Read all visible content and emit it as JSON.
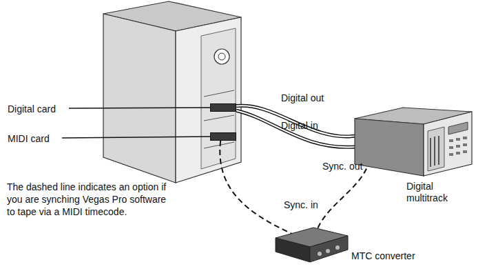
{
  "diagram": {
    "nodes": [
      {
        "text": [
          "Digital card"
        ]
      },
      {
        "text": [
          "MIDI card"
        ]
      },
      {
        "text": [
          "Digital multitrack"
        ]
      },
      {
        "text": [
          "MTC converter"
        ]
      }
    ],
    "edges": [
      {
        "from": 0,
        "to": 2,
        "arrow": "none",
        "label": "Digital out"
      },
      {
        "from": 2,
        "to": 0,
        "arrow": "none",
        "label": "Digital in"
      },
      {
        "from": 2,
        "to": 3,
        "arrow": "none"
      },
      {
        "from": 1,
        "to": 3,
        "arrow": "none"
      }
    ],
    "labels": [
      "The dashed line indicates an option if you are synching Vegas Pro software to tape via a MIDI timecode.",
      "Sync. out",
      "Sync. in"
    ]
  }
}
